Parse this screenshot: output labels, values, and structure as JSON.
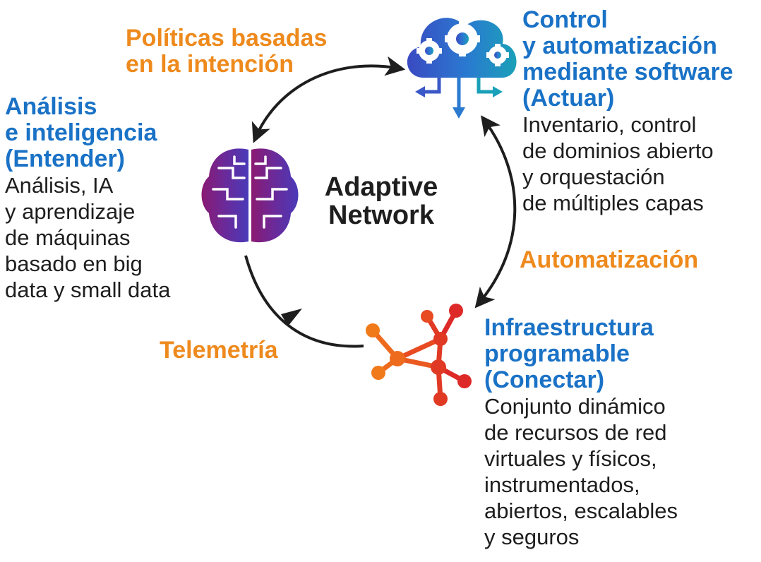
{
  "center": {
    "line1": "Adaptive",
    "line2": "Network"
  },
  "loop_labels": {
    "policies": [
      "Políticas basadas",
      "en la intención"
    ],
    "automation": "Automatización",
    "telemetry": "Telemetría"
  },
  "nodes": {
    "control": {
      "title": [
        "Control",
        "y automatización",
        "mediante software",
        "(Actuar)"
      ],
      "desc": [
        "Inventario, control",
        "de dominios abierto",
        "y orquestación",
        "de múltiples capas"
      ],
      "icon": "cloud-gears-icon"
    },
    "analysis": {
      "title": [
        "Análisis",
        "e inteligencia",
        "(Entender)"
      ],
      "desc": [
        "Análisis, IA",
        "y aprendizaje",
        "de máquinas",
        "basado en big",
        "data y small data"
      ],
      "icon": "brain-icon"
    },
    "infra": {
      "title": [
        "Infraestructura",
        "programable",
        "(Conectar)"
      ],
      "desc": [
        "Conjunto dinámico",
        "de recursos de red",
        "virtuales y físicos,",
        "instrumentados,",
        "abiertos, escalables",
        "y seguros"
      ],
      "icon": "network-nodes-icon"
    }
  },
  "colors": {
    "blue": "#1a72c6",
    "orange": "#ee8a1d",
    "arrow": "#1e1e1e"
  }
}
